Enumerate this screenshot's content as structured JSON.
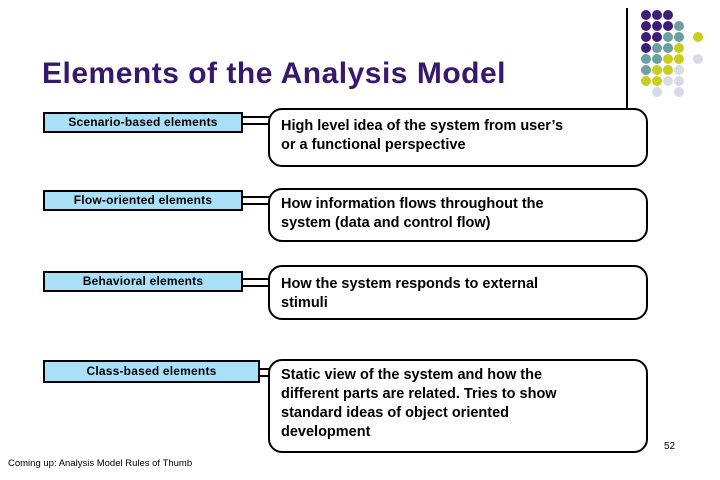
{
  "slide": {
    "title": "Elements of the Analysis Model",
    "footer": "Coming up: Analysis Model Rules of Thumb",
    "page_number": "52"
  },
  "rows": [
    {
      "label": "Scenario-based elements",
      "description_lines": [
        "High level idea of the system from user’s",
        "or a functional perspective"
      ]
    },
    {
      "label": "Flow-oriented elements",
      "description_lines": [
        "How information flows throughout the",
        "system (data and control flow)"
      ]
    },
    {
      "label": "Behavioral elements",
      "description_lines": [
        "How the system responds to external",
        "stimuli"
      ]
    },
    {
      "label": "Class-based elements",
      "description_lines": [
        "Static view of the system and how the",
        "different parts are related. Tries to show",
        "standard ideas of object oriented",
        "development"
      ]
    }
  ],
  "colors": {
    "title_text": "#38176F",
    "label_fill": "#A9DFF7",
    "outline": "#000000",
    "dot_purple": "#3D1D76",
    "dot_teal": "#6AA0A0",
    "dot_yellow": "#C9CD1E",
    "dot_gray": "#D9DAE8"
  },
  "decor": {
    "dot_rows": [
      "PPP",
      "PPPT",
      "PPTT.Y",
      "PTTY",
      "TTYY.G",
      "TYYG",
      "YYGG",
      ".G.G"
    ],
    "dot_color_map": {
      "P": "dot_purple",
      "T": "dot_teal",
      "Y": "dot_yellow",
      "G": "dot_gray"
    }
  }
}
